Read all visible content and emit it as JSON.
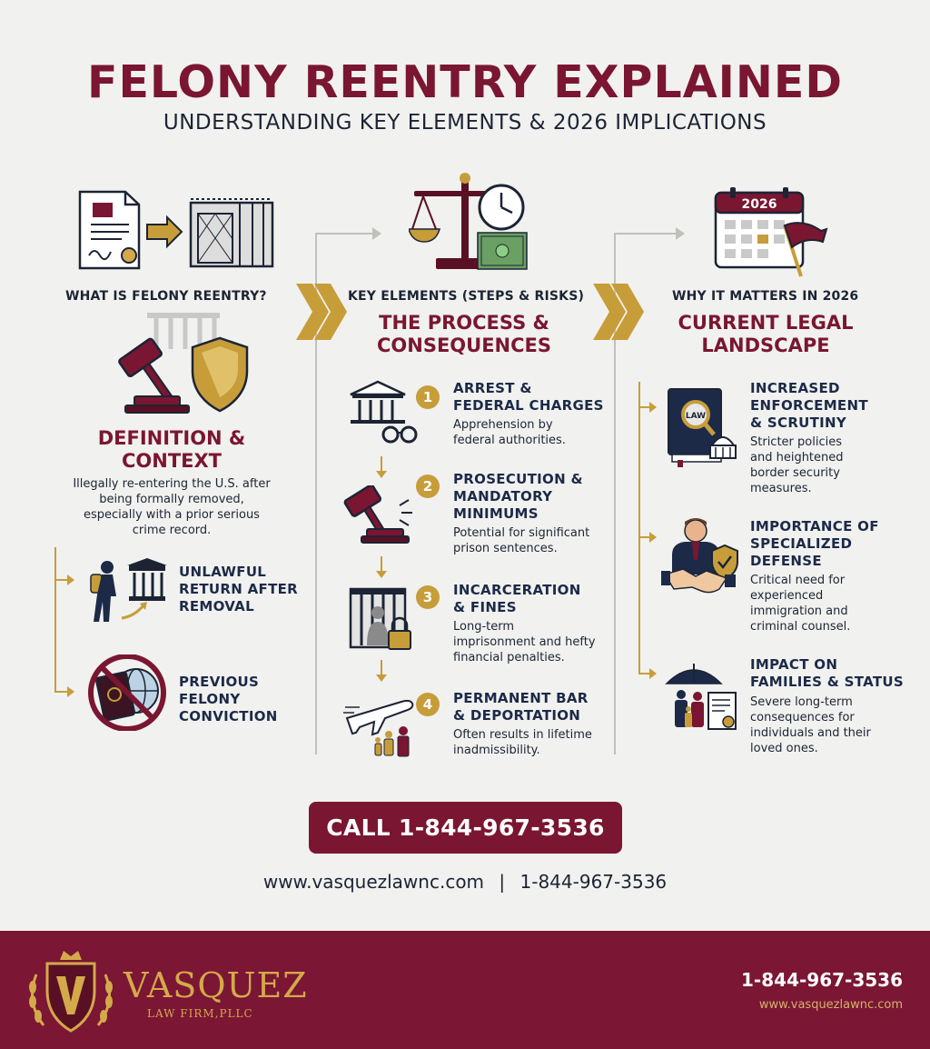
{
  "header": {
    "title": "FELONY REENTRY EXPLAINED",
    "subtitle": "UNDERSTANDING KEY ELEMENTS & 2026 IMPLICATIONS"
  },
  "col1": {
    "label": "WHAT IS FELONY REENTRY?",
    "heading_line1": "DEFINITION &",
    "heading_line2": "CONTEXT",
    "desc_lines": [
      "Illegally re-entering the U.S. after",
      "being formally removed,",
      "especially with a prior serious",
      "crime record."
    ],
    "items": [
      {
        "lines": [
          "UNLAWFUL",
          "RETURN AFTER",
          "REMOVAL"
        ]
      },
      {
        "lines": [
          "PREVIOUS",
          "FELONY",
          "CONVICTION"
        ]
      }
    ]
  },
  "col2": {
    "label": "KEY ELEMENTS (STEPS & RISKS)",
    "heading_line1": "THE PROCESS &",
    "heading_line2": "CONSEQUENCES",
    "steps": [
      {
        "num": "1",
        "title": [
          "ARREST &",
          "FEDERAL CHARGES"
        ],
        "desc": [
          "Apprehension by",
          "federal authorities."
        ]
      },
      {
        "num": "2",
        "title": [
          "PROSECUTION &",
          "MANDATORY",
          "MINIMUMS"
        ],
        "desc": [
          "Potential for significant",
          "prison sentences."
        ]
      },
      {
        "num": "3",
        "title": [
          "INCARCERATION",
          "& FINES"
        ],
        "desc": [
          "Long-term",
          "imprisonment and hefty",
          "financial penalties."
        ]
      },
      {
        "num": "4",
        "title": [
          "PERMANENT BAR",
          "& DEPORTATION"
        ],
        "desc": [
          "Often results in lifetime",
          "inadmissibility."
        ]
      }
    ]
  },
  "col3": {
    "label": "WHY IT MATTERS IN 2026",
    "heading_line1": "CURRENT LEGAL",
    "heading_line2": "LANDSCAPE",
    "calendar_year": "2026",
    "book_label": "LAW",
    "items": [
      {
        "title": [
          "INCREASED",
          "ENFORCEMENT",
          "& SCRUTINY"
        ],
        "desc": [
          "Stricter policies",
          "and heightened",
          "border security",
          "measures."
        ]
      },
      {
        "title": [
          "IMPORTANCE OF",
          "SPECIALIZED",
          "DEFENSE"
        ],
        "desc": [
          "Critical need for",
          "experienced",
          "immigration and",
          "criminal counsel."
        ]
      },
      {
        "title": [
          "IMPACT ON",
          "FAMILIES & STATUS"
        ],
        "desc": [
          "Severe long-term",
          "consequences for",
          "individuals and their",
          "loved ones."
        ]
      }
    ]
  },
  "cta": {
    "label": "CALL 1-844-967-3536"
  },
  "contact": {
    "website": "www.vasquezlawnc.com",
    "separator": "|",
    "phone": "1-844-967-3536"
  },
  "footer": {
    "logo_name": "VASQUEZ",
    "logo_sub": "LAW FIRM,PLLC",
    "phone": "1-844-967-3536",
    "website": "www.vasquezlawnc.com"
  },
  "colors": {
    "maroon": "#7a1631",
    "gold": "#c79d3a",
    "navy": "#1c2a48",
    "footer": "#7b1634"
  }
}
